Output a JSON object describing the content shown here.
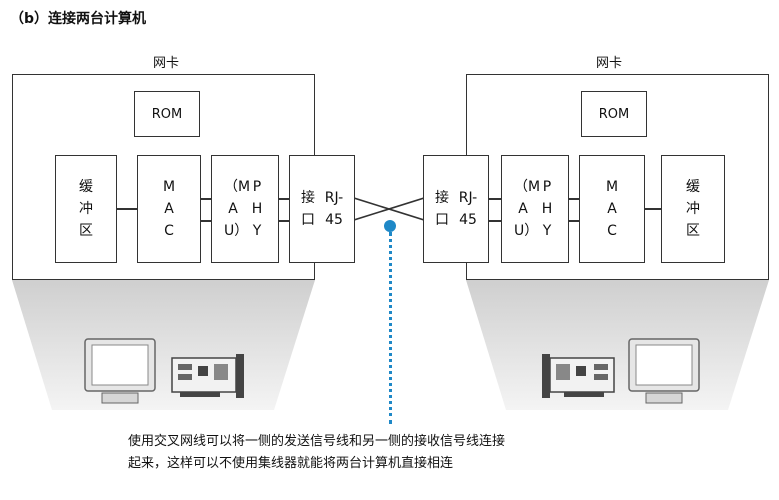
{
  "title": "（b）连接两台计算机",
  "left_card": {
    "label": "网卡",
    "rom": "ROM",
    "buffer": "缓冲区",
    "mac": "MAC",
    "phy": "PHY",
    "mau": "（MAU）",
    "port": "接口",
    "rj45": "RJ-45"
  },
  "right_card": {
    "label": "网卡",
    "rom": "ROM",
    "buffer": "缓冲区",
    "mac": "MAC",
    "phy": "PHY",
    "mau": "（MAU）",
    "port": "接口",
    "rj45": "RJ-45"
  },
  "caption": {
    "line1": "使用交叉网线可以将一侧的发送信号线和另一侧的接收信号线连接",
    "line2": "起来，这样可以不使用集线器就能将两台计算机直接相连"
  },
  "colors": {
    "accent": "#1e88c7",
    "line": "#333333",
    "shadow": "#d9d9d9"
  }
}
